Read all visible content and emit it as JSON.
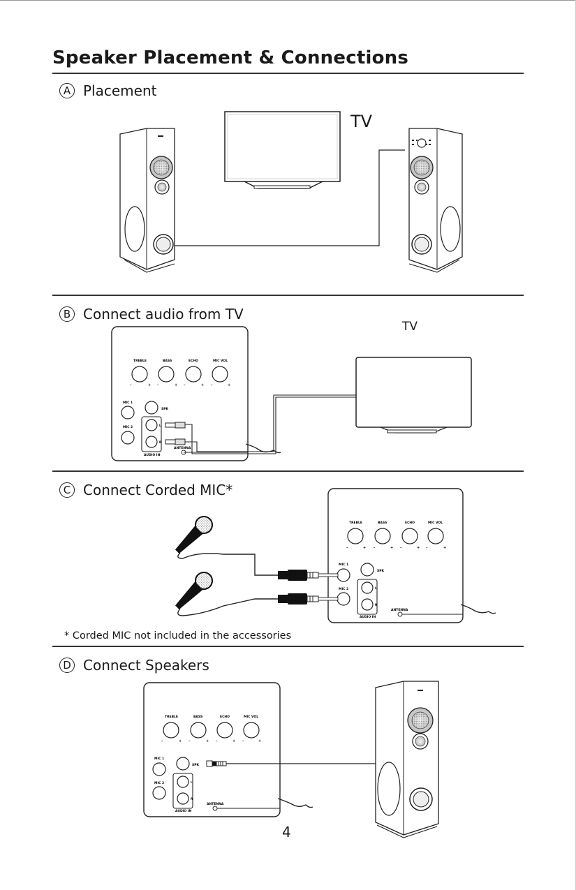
{
  "page": {
    "title": "Speaker Placement & Connections",
    "page_number": "4"
  },
  "sections": [
    {
      "letter": "A",
      "label": "Placement"
    },
    {
      "letter": "B",
      "label": "Connect audio from TV"
    },
    {
      "letter": "C",
      "label": "Connect Corded MIC*"
    },
    {
      "letter": "D",
      "label": "Connect Speakers"
    }
  ],
  "tv_labels": {
    "placement": "TV",
    "audio": "TV"
  },
  "footnote": "* Corded MIC not included in the accessories",
  "panel": {
    "knobs": [
      "TREBLE",
      "BASS",
      "ECHO",
      "MIC VOL"
    ],
    "mic1": "MIC 1",
    "mic2": "MIC 2",
    "spk": "SPK",
    "antenna": "ANTENNA",
    "audio_in": "AUDIO IN",
    "l": "L",
    "r": "R",
    "minus": "–",
    "plus": "+"
  }
}
